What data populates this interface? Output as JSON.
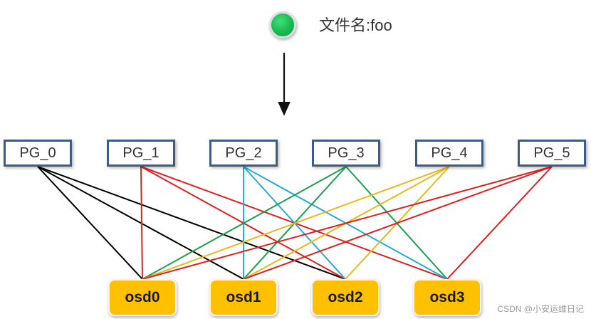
{
  "file": {
    "label": "文件名:foo",
    "icon": "green-circle-icon",
    "color": "#1fbf55"
  },
  "pgs": [
    {
      "id": "PG_0",
      "label": "PG_0"
    },
    {
      "id": "PG_1",
      "label": "PG_1"
    },
    {
      "id": "PG_2",
      "label": "PG_2"
    },
    {
      "id": "PG_3",
      "label": "PG_3"
    },
    {
      "id": "PG_4",
      "label": "PG_4"
    },
    {
      "id": "PG_5",
      "label": "PG_5"
    }
  ],
  "osds": [
    {
      "id": "osd0",
      "label": "osd0"
    },
    {
      "id": "osd1",
      "label": "osd1"
    },
    {
      "id": "osd2",
      "label": "osd2"
    },
    {
      "id": "osd3",
      "label": "osd3"
    }
  ],
  "mappings": [
    {
      "pg": "PG_0",
      "color": "#000000",
      "osds": [
        "osd0",
        "osd1",
        "osd2"
      ]
    },
    {
      "pg": "PG_1",
      "color": "#e02020",
      "osds": [
        "osd0",
        "osd2",
        "osd3"
      ]
    },
    {
      "pg": "PG_2",
      "color": "#2aa8d8",
      "osds": [
        "osd1",
        "osd2",
        "osd3"
      ]
    },
    {
      "pg": "PG_3",
      "color": "#1aa050",
      "osds": [
        "osd0",
        "osd1",
        "osd3"
      ]
    },
    {
      "pg": "PG_4",
      "color": "#e8b820",
      "osds": [
        "osd0",
        "osd1",
        "osd2"
      ]
    },
    {
      "pg": "PG_5",
      "color": "#e02020",
      "osds": [
        "osd0",
        "osd1",
        "osd3"
      ]
    }
  ],
  "arrow": {
    "from": "file",
    "to": "pgs"
  },
  "colors": {
    "pg_border": "#3e5b86",
    "osd_fill": "#ffc000"
  },
  "watermark": "CSDN @小安运维日记"
}
